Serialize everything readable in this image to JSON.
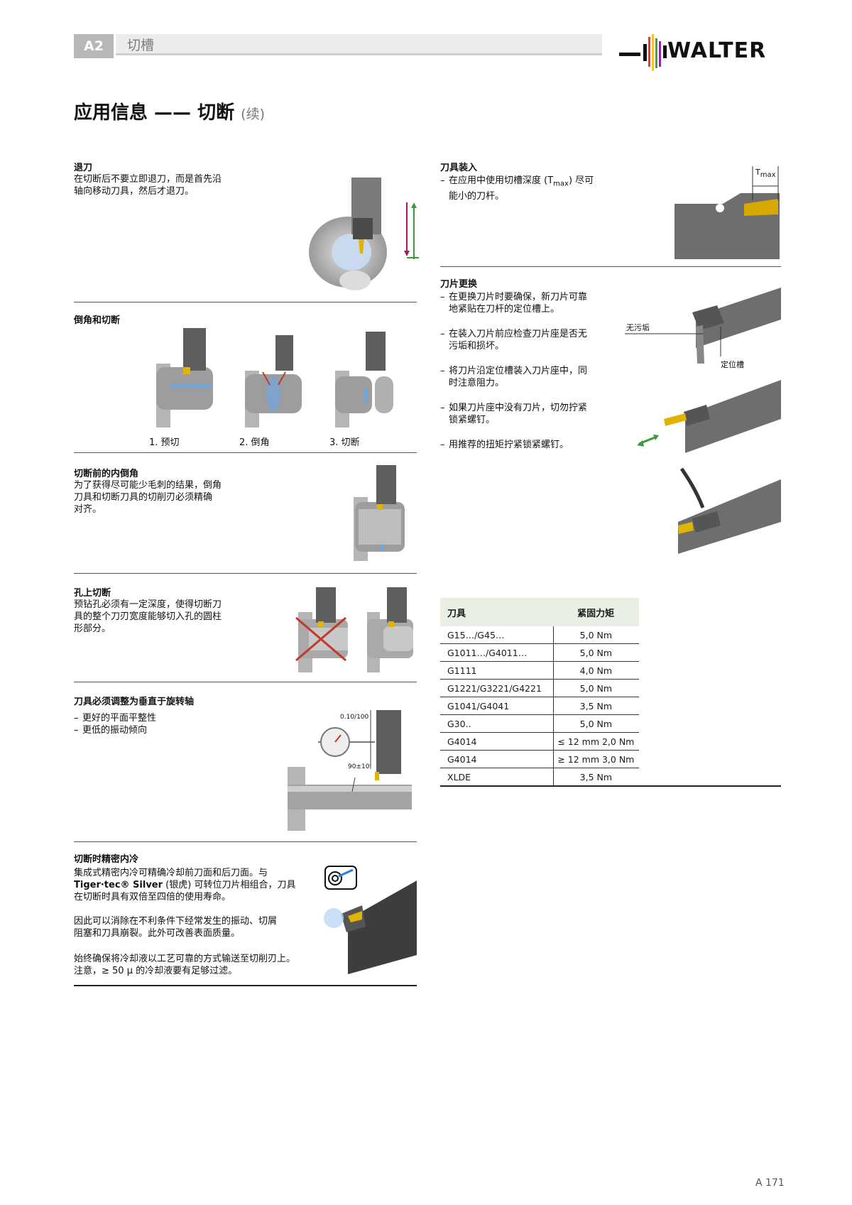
{
  "header": {
    "chip": "A2",
    "chapter": "切槽",
    "logo": "WALTER"
  },
  "title": {
    "main": "应用信息 —— 切断",
    "cont": "(续)"
  },
  "sections": {
    "retract": {
      "title": "退刀",
      "text": "在切断后不要立即退刀，而是首先沿\n轴向移动刀具，然后才退刀。"
    },
    "chamfer": {
      "title": "倒角和切断",
      "captions": [
        "1. 预切",
        "2. 倒角",
        "3. 切断"
      ]
    },
    "inner_chamfer": {
      "title": "切断前的内倒角",
      "text": "为了获得尽可能少毛刺的结果，倒角\n刀具和切断刀具的切削刃必须精确\n对齐。"
    },
    "hole": {
      "title": "孔上切断",
      "text": "预钻孔必须有一定深度，使得切断刀\n具的整个刀刃宽度能够切入孔的圆柱\n形部分。"
    },
    "perpendicular": {
      "title": "刀具必须调整为垂直于旋转轴",
      "bullets": [
        "更好的平面平整性",
        "更低的振动倾向"
      ],
      "gauge_label": "0.10/100",
      "angle_label": "90±10'"
    },
    "coolant": {
      "title": "切断时精密内冷",
      "p1_a": "集成式精密内冷可精确冷却前刀面和后刀面。与",
      "p1_b_brand": "Tiger·tec® Silver",
      "p1_b_rest": " (银虎) 可转位刀片相组合，刀具",
      "p1_c": "在切断时具有双倍至四倍的使用寿命。",
      "p2": "因此可以消除在不利条件下经常发生的振动、切屑\n阻塞和刀具崩裂。此外可改善表面质量。",
      "p3": "始终确保将冷却液以工艺可靠的方式输送至切削刃上。\n注意，≥ 50 µ 的冷却液要有足够过滤。"
    },
    "mounting": {
      "title": "刀具装入",
      "bullet_a": "在应用中使用切槽深度 (T",
      "bullet_sub": "max",
      "bullet_b": ") 尽可\n能小的刀杆。",
      "tmax_label": "T",
      "tmax_sub": "max"
    },
    "insert_change": {
      "title": "刀片更换",
      "bullets": [
        "在更换刀片时要确保，新刀片可靠\n地紧贴在刀杆的定位槽上。",
        "在装入刀片前应检查刀片座是否无\n污垢和损坏。",
        "将刀片沿定位槽装入刀片座中，同\n时注意阻力。",
        "如果刀片座中没有刀片，切勿拧紧\n锁紧螺钉。",
        "用推荐的扭矩拧紧锁紧螺钉。"
      ],
      "label_clean": "无污垢",
      "label_slot": "定位槽"
    }
  },
  "torque_table": {
    "headers": [
      "刀具",
      "紧固力矩"
    ],
    "rows": [
      [
        "G15…/G45…",
        "5,0 Nm"
      ],
      [
        "G1011…/G4011…",
        "5,0 Nm"
      ],
      [
        "G1111",
        "4,0 Nm"
      ],
      [
        "G1221/G3221/G4221",
        "5,0 Nm"
      ],
      [
        "G1041/G4041",
        "3,5 Nm"
      ],
      [
        "G30..",
        "5,0 Nm"
      ],
      [
        "G4014",
        "≤ 12 mm 2,0 Nm"
      ],
      [
        "G4014",
        "≥ 12 mm 3,0 Nm"
      ],
      [
        "XLDE",
        "3,5 Nm"
      ]
    ]
  },
  "footer": {
    "page": "A 171"
  }
}
